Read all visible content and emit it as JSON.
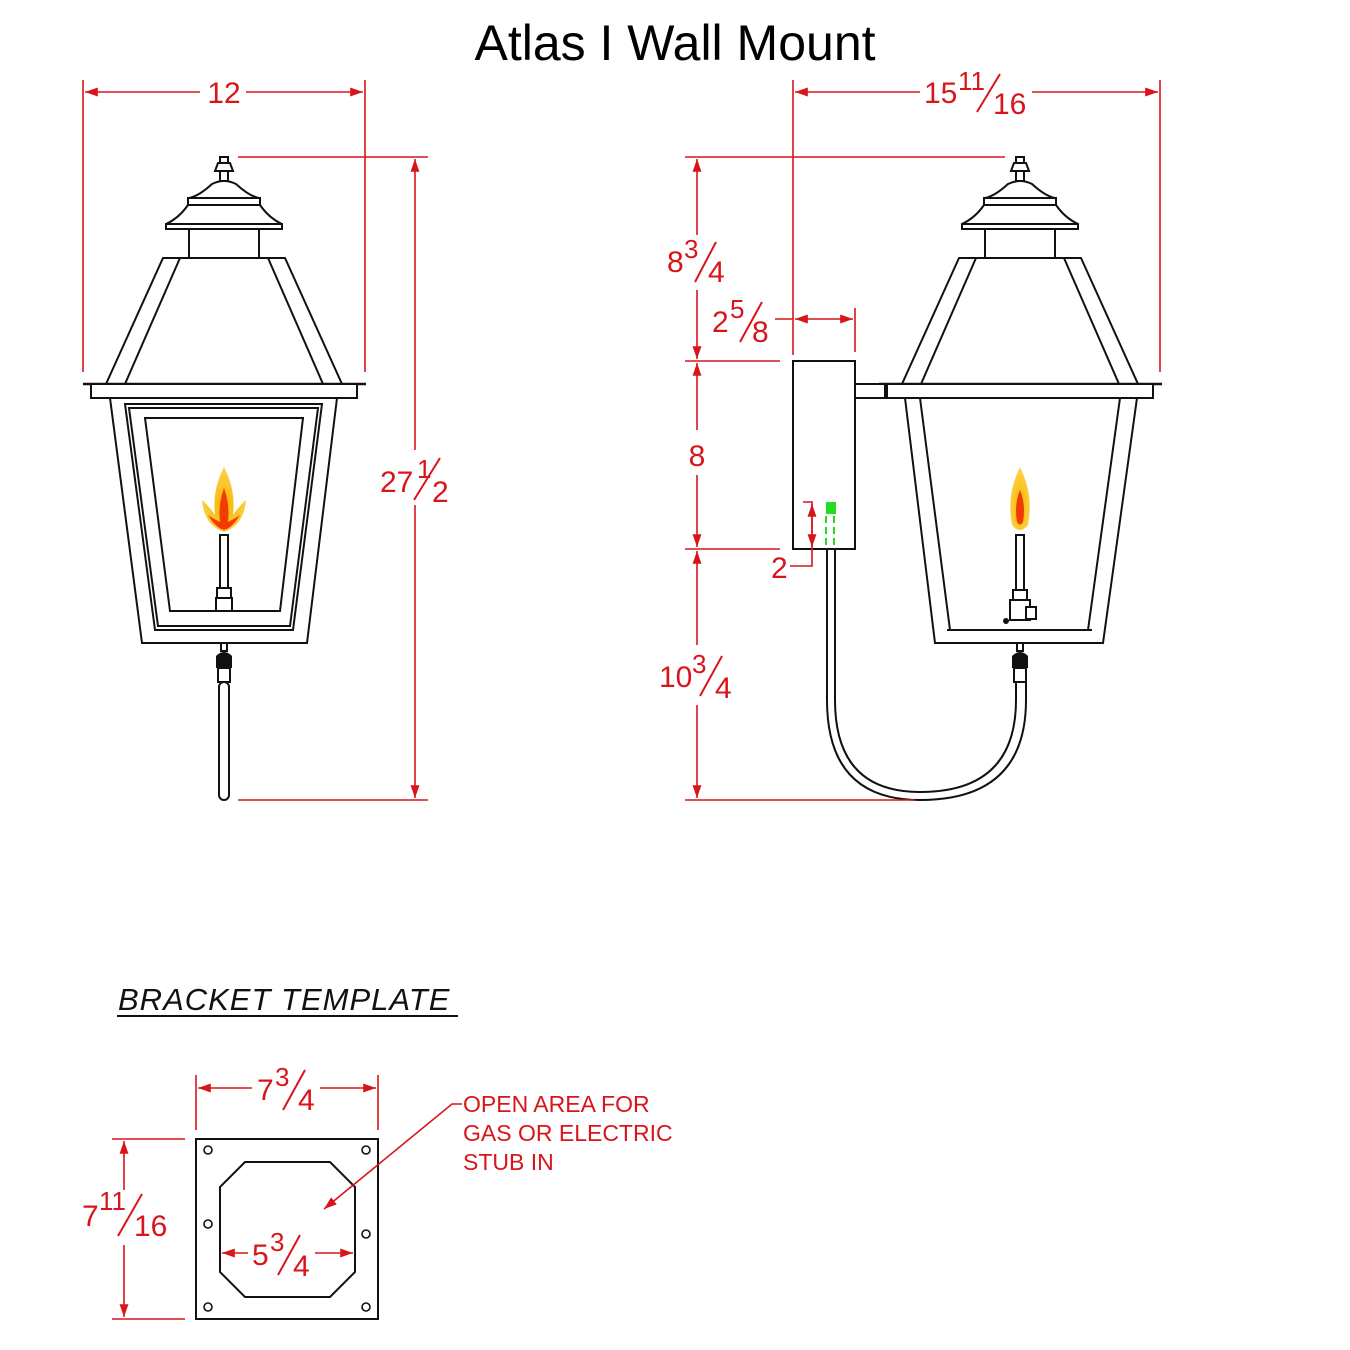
{
  "title": "Atlas I Wall Mount",
  "front_view": {
    "width": {
      "whole": "12"
    },
    "height": {
      "whole": "27",
      "num": "1",
      "den": "2"
    }
  },
  "side_view": {
    "depth": {
      "whole": "15",
      "num": "11",
      "den": "16"
    },
    "top_to_bracket": {
      "whole": "8",
      "num": "3",
      "den": "4"
    },
    "bracket_depth": {
      "whole": "2",
      "num": "5",
      "den": "8"
    },
    "bracket_height": {
      "whole": "8"
    },
    "stub_offset": {
      "whole": "2"
    },
    "bracket_to_bottom": {
      "whole": "10",
      "num": "3",
      "den": "4"
    }
  },
  "bracket_template": {
    "title": "BRACKET TEMPLATE",
    "width": {
      "whole": "7",
      "num": "3",
      "den": "4"
    },
    "height": {
      "whole": "7",
      "num": "11",
      "den": "16"
    },
    "opening": {
      "whole": "5",
      "num": "3",
      "den": "4"
    },
    "note": [
      "OPEN AREA FOR",
      "GAS OR ELECTRIC",
      "STUB IN"
    ]
  },
  "colors": {
    "dimension": "#d8151b",
    "line": "#111111",
    "stub": "#22dd22",
    "flame_outer": "#f7b500",
    "flame_inner": "#f03c00"
  }
}
